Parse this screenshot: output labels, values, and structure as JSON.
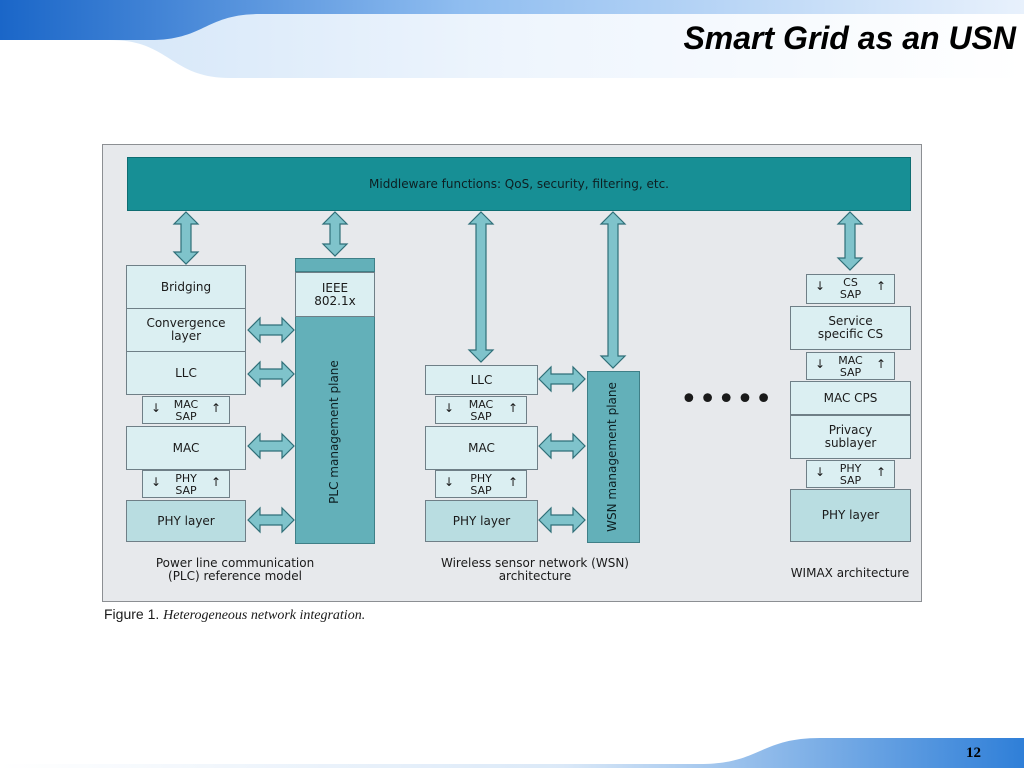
{
  "slide": {
    "title": "Smart Grid as an USN",
    "page_number": "12"
  },
  "figure": {
    "middleware": "Middleware functions: QoS, security, filtering, etc.",
    "plc": {
      "bridging": "Bridging",
      "convergence": [
        "Convergence",
        "layer"
      ],
      "llc": "LLC",
      "mac_sap": [
        "MAC",
        "SAP"
      ],
      "mac": "MAC",
      "phy_sap": [
        "PHY",
        "SAP"
      ],
      "phy_layer": "PHY layer",
      "ieee": [
        "IEEE",
        "802.1x"
      ],
      "mgmt_plane": "PLC management plane",
      "caption": [
        "Power line communication",
        "(PLC) reference model"
      ]
    },
    "wsn": {
      "llc": "LLC",
      "mac_sap": [
        "MAC",
        "SAP"
      ],
      "mac": "MAC",
      "phy_sap": [
        "PHY",
        "SAP"
      ],
      "phy_layer": "PHY layer",
      "mgmt_plane": "WSN management plane",
      "caption": [
        "Wireless sensor network (WSN)",
        "architecture"
      ]
    },
    "ellipsis": "•••••",
    "wimax": {
      "cs_sap": [
        "CS",
        "SAP"
      ],
      "service_cs": [
        "Service",
        "specific CS"
      ],
      "mac_sap": [
        "MAC",
        "SAP"
      ],
      "mac_cps": "MAC CPS",
      "privacy": [
        "Privacy",
        "sublayer"
      ],
      "phy_sap": [
        "PHY",
        "SAP"
      ],
      "phy_layer": "PHY layer",
      "caption": "WIMAX architecture"
    },
    "caption": {
      "label": "Figure 1.",
      "text": "Heterogeneous network integration."
    }
  },
  "colors": {
    "teal": "#178f95",
    "plane": "#63b0b9",
    "box": "#dbeff2",
    "arrow": "#7fc3cb"
  }
}
